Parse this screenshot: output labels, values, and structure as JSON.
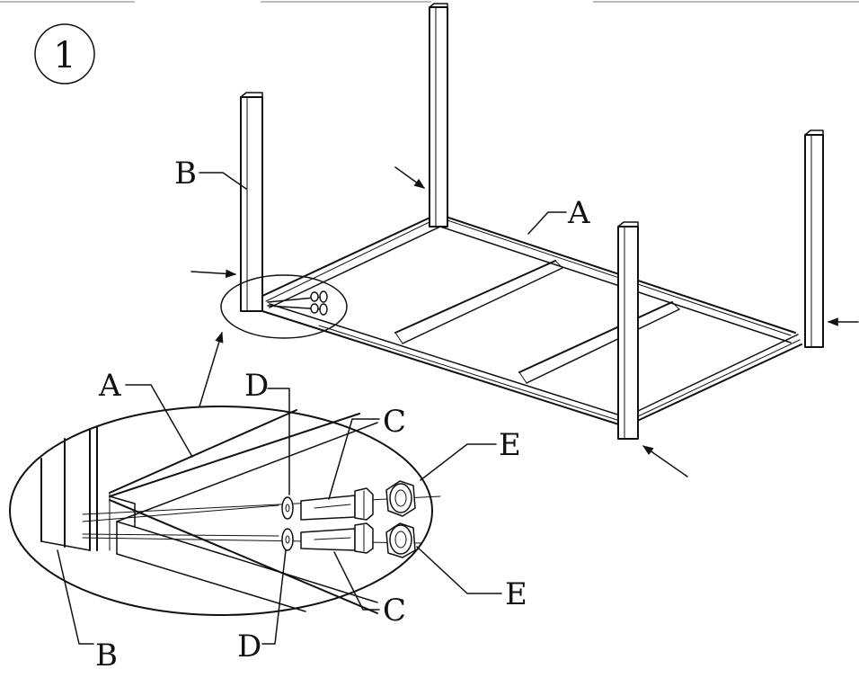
{
  "diagram": {
    "step_number": "1",
    "parts": {
      "A": "A",
      "B": "B",
      "C": "C",
      "D": "D",
      "E": "E"
    },
    "colors": {
      "ink": "#111111",
      "paper": "#ffffff"
    },
    "icons": [
      "step-number-circle",
      "leader-arrow",
      "magnify-ellipse"
    ]
  }
}
